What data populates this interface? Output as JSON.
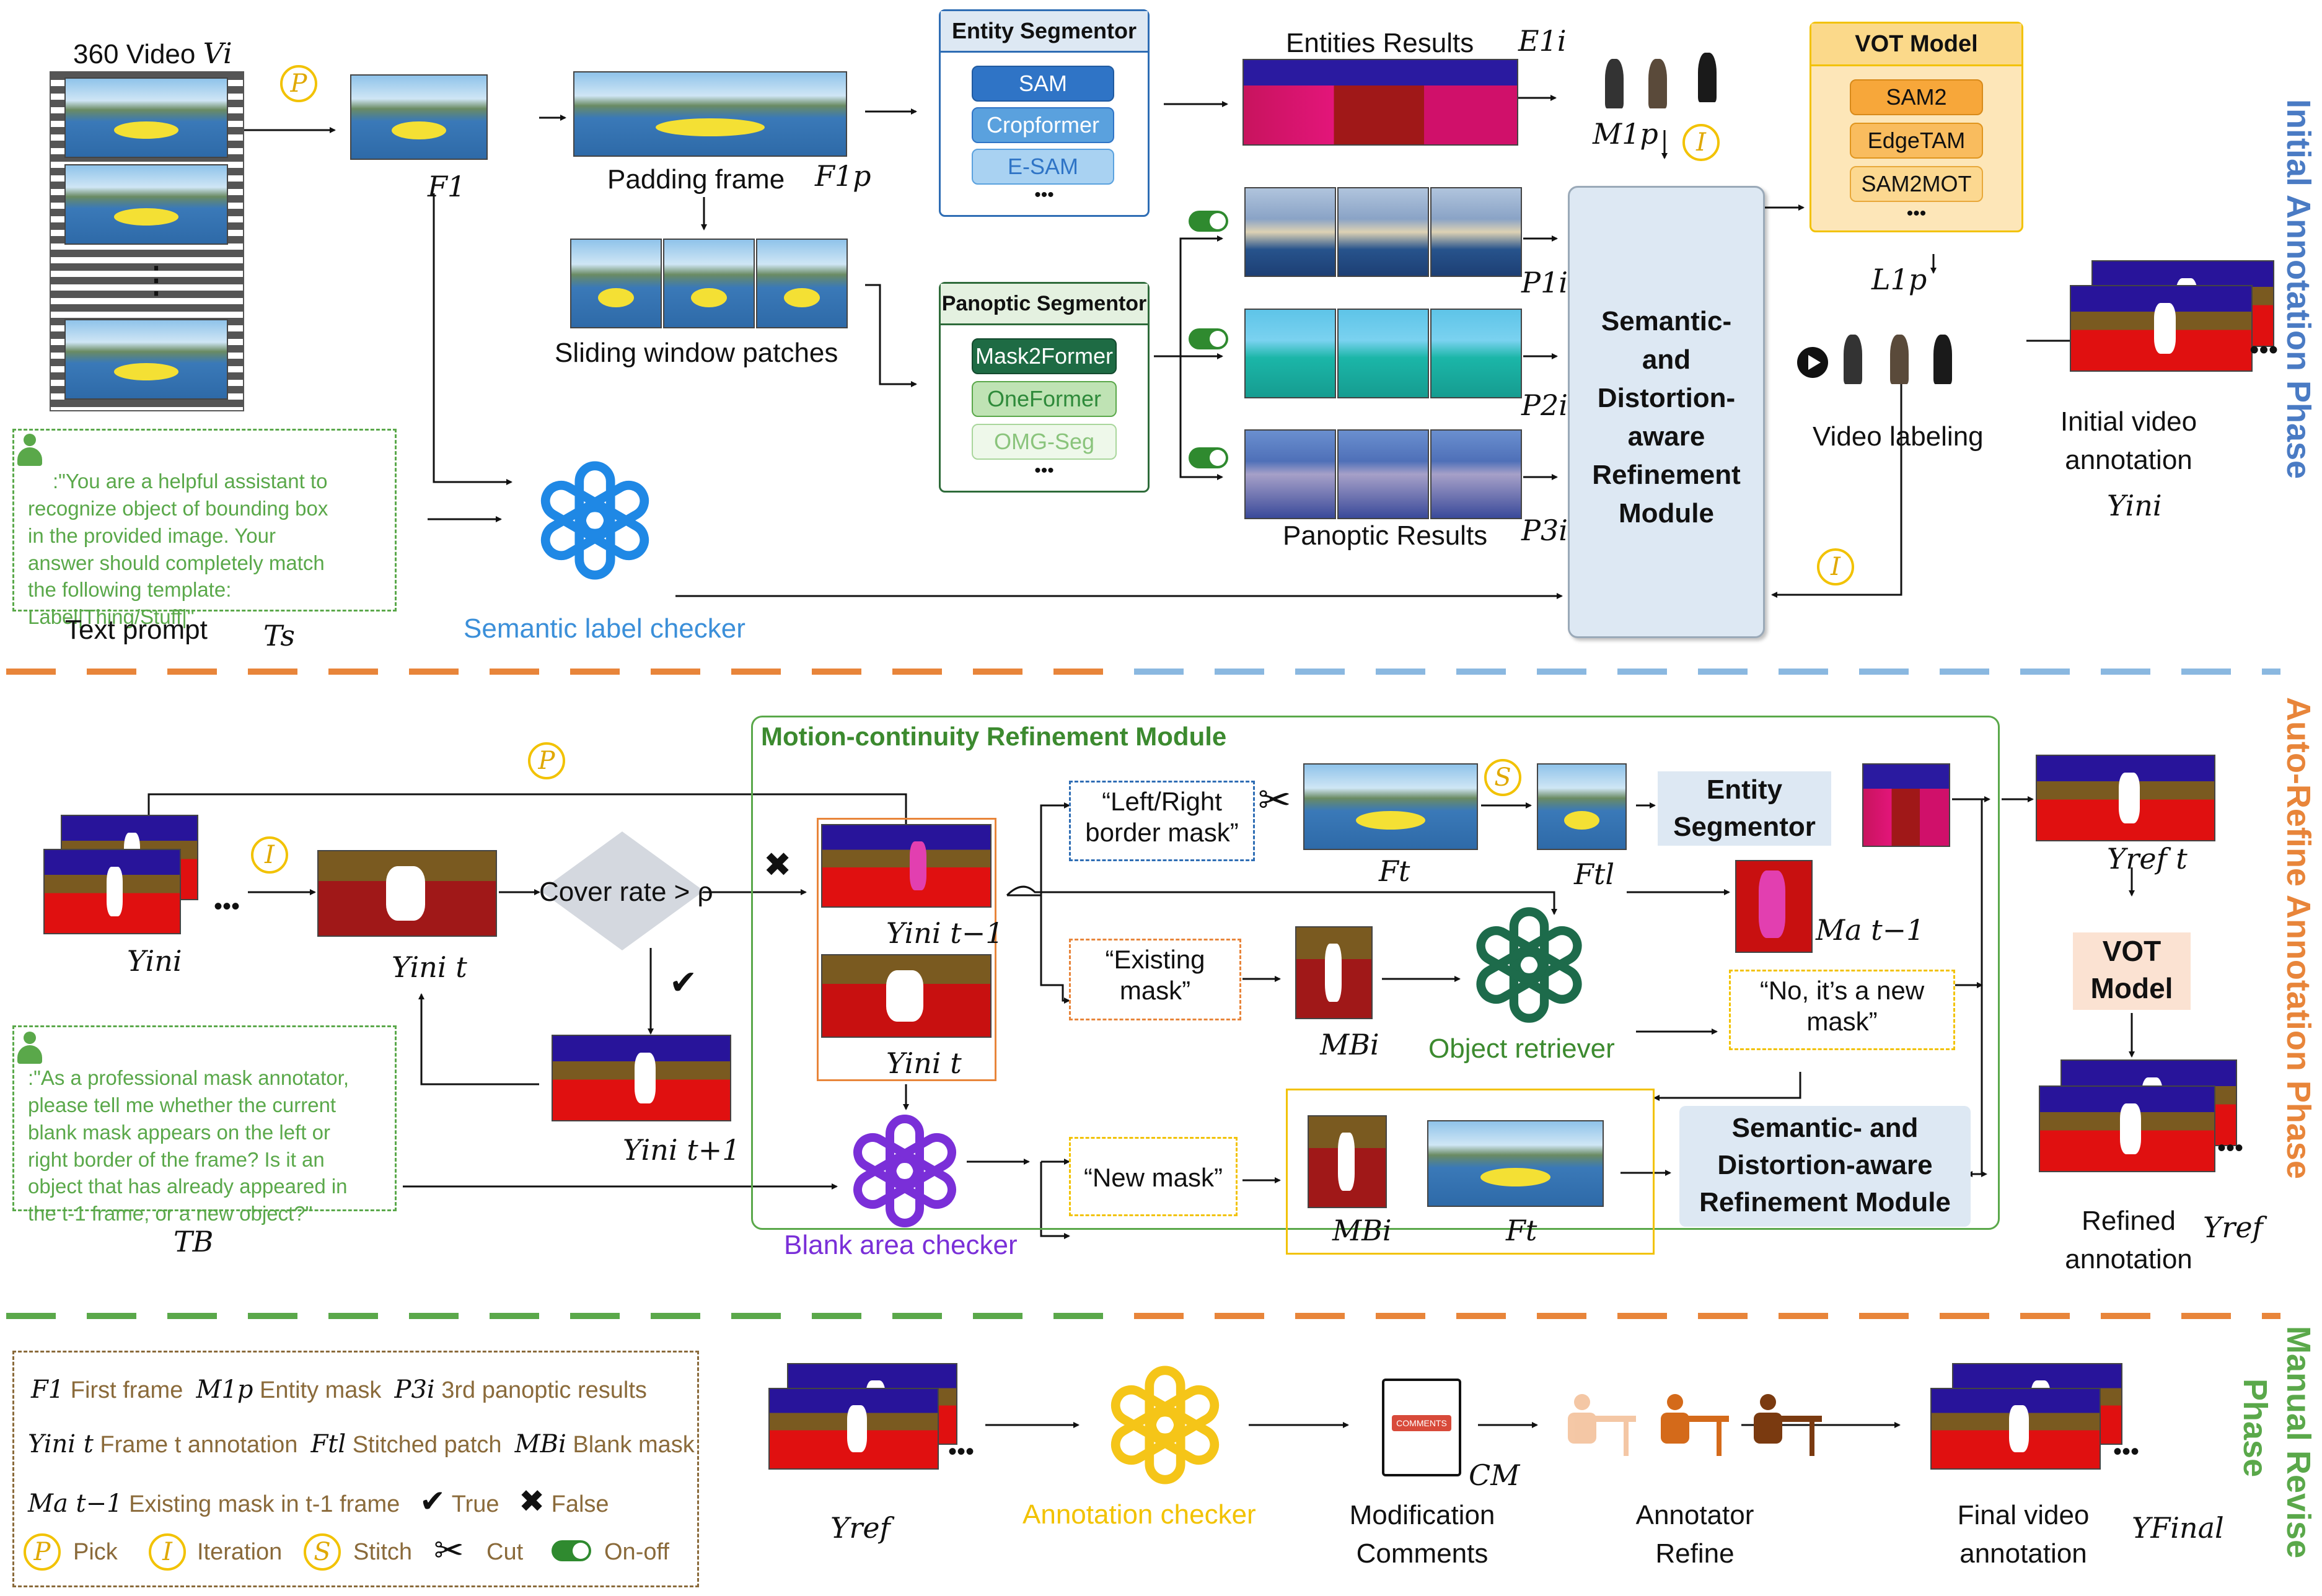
{
  "phases": {
    "initial": "Initial Annotation Phase",
    "autorefine": "Auto-Refine Annotation Phase",
    "manual_line1": "Manual Revise",
    "manual_line2": "Phase"
  },
  "initial": {
    "video_label": "360 Video",
    "video_sym": "Vi",
    "f1": "F1",
    "padding_frame": "Padding frame",
    "f1p": "F1p",
    "sliding": "Sliding window patches",
    "entity_segmentor": {
      "title": "Entity Segmentor",
      "items": [
        "SAM",
        "Cropformer",
        "E-SAM"
      ],
      "more": "•••"
    },
    "panoptic_segmentor": {
      "title": "Panoptic Segmentor",
      "items": [
        "Mask2Former",
        "OneFormer",
        "OMG-Seg"
      ],
      "more": "•••"
    },
    "entities_results": "Entities Results",
    "e1i": "E1i",
    "m1p": "M1p",
    "p1": "P1i",
    "p2": "P2i",
    "p3": "P3i",
    "panoptic_results": "Panoptic Results",
    "module": "Semantic-\nand\nDistortion-\naware\nRefinement\nModule",
    "vot": {
      "title": "VOT Model",
      "items": [
        "SAM2",
        "EdgeTAM",
        "SAM2MOT"
      ],
      "more": "•••"
    },
    "l1p": "L1p",
    "video_labeling": "Video labeling",
    "initial_annotation": "Initial video\nannotation",
    "yini": "Yini",
    "prompt": ":\"You are a helpful assistant to\nrecognize object of bounding box\nin the provided image. Your\nanswer should completely match\nthe following template:\nLabel|Thing/Stuff|\"",
    "text_prompt": "Text prompt",
    "ts": "Ts",
    "semantic_checker": "Semantic label checker"
  },
  "refine": {
    "mcrm_title": "Motion-continuity Refinement Module",
    "yini": "Yini",
    "yini_t": "Yini t",
    "cover_rate": "Cover rate > ρ",
    "yini_t1": "Yini t+1",
    "yini_tm1": "Yini t−1",
    "yini_t_b": "Yini t",
    "prompt": ":\"As a professional mask annotator,\nplease tell me whether the current\nblank mask appears on the left or\nright border of the frame? Is it an\nobject that has already appeared in\nthe t-1 frame, or a new object?\"",
    "tb": "TB",
    "blank_checker": "Blank area checker",
    "left_right": "“Left/Right\nborder mask”",
    "existing": "“Existing\nmask”",
    "new_mask": "“New mask”",
    "ft": "Ft",
    "ftl": "Ftl",
    "entity_segmentor": "Entity\nSegmentor",
    "mb": "MBi",
    "object_retriever": "Object retriever",
    "ma": "Ma t−1",
    "no_new": "“No, it’s a new\nmask”",
    "mb2": "MBi",
    "ft2": "Ft",
    "module": "Semantic- and\nDistortion-aware\nRefinement Module",
    "yref_t": "Yref t",
    "vot": "VOT\nModel",
    "refined": "Refined\nannotation",
    "yref": "Yref"
  },
  "manual": {
    "yref": "Yref",
    "annotation_checker": "Annotation checker",
    "comments_badge": "COMMENTS",
    "cm": "CM",
    "modification": "Modification\nComments",
    "annotator": "Annotator\nRefine",
    "final": "Final video\nannotation",
    "yfinal": "YFinal"
  },
  "legend": {
    "f1": "F1",
    "f1_txt": "First frame",
    "m1p": "M1p",
    "m1p_txt": "Entity mask",
    "p3": "P3i",
    "p3_txt": "3rd panoptic results",
    "yini": "Yini t",
    "yini_txt": "Frame t annotation",
    "ftl": "Ftl",
    "ftl_txt": "Stitched patch",
    "mb": "MBi",
    "mb_txt": "Blank mask",
    "ma": "Ma t−1",
    "ma_txt": "Existing mask in t-1 frame",
    "true_txt": "True",
    "false_txt": "False",
    "pick": "Pick",
    "iteration": "Iteration",
    "stitch": "Stitch",
    "cut": "Cut",
    "onoff": "On-off"
  },
  "symbols": {
    "P": "P",
    "I": "I",
    "S": "S",
    "check": "✔",
    "cross": "✖",
    "scissors": "✂"
  },
  "colors": {
    "orange": "#f2c200",
    "blue_module": "#dde8f3",
    "green": "#5aa84a",
    "purple": "#7a2fd8",
    "dark_green": "#1d6b4b",
    "yellow": "#f5c518"
  }
}
